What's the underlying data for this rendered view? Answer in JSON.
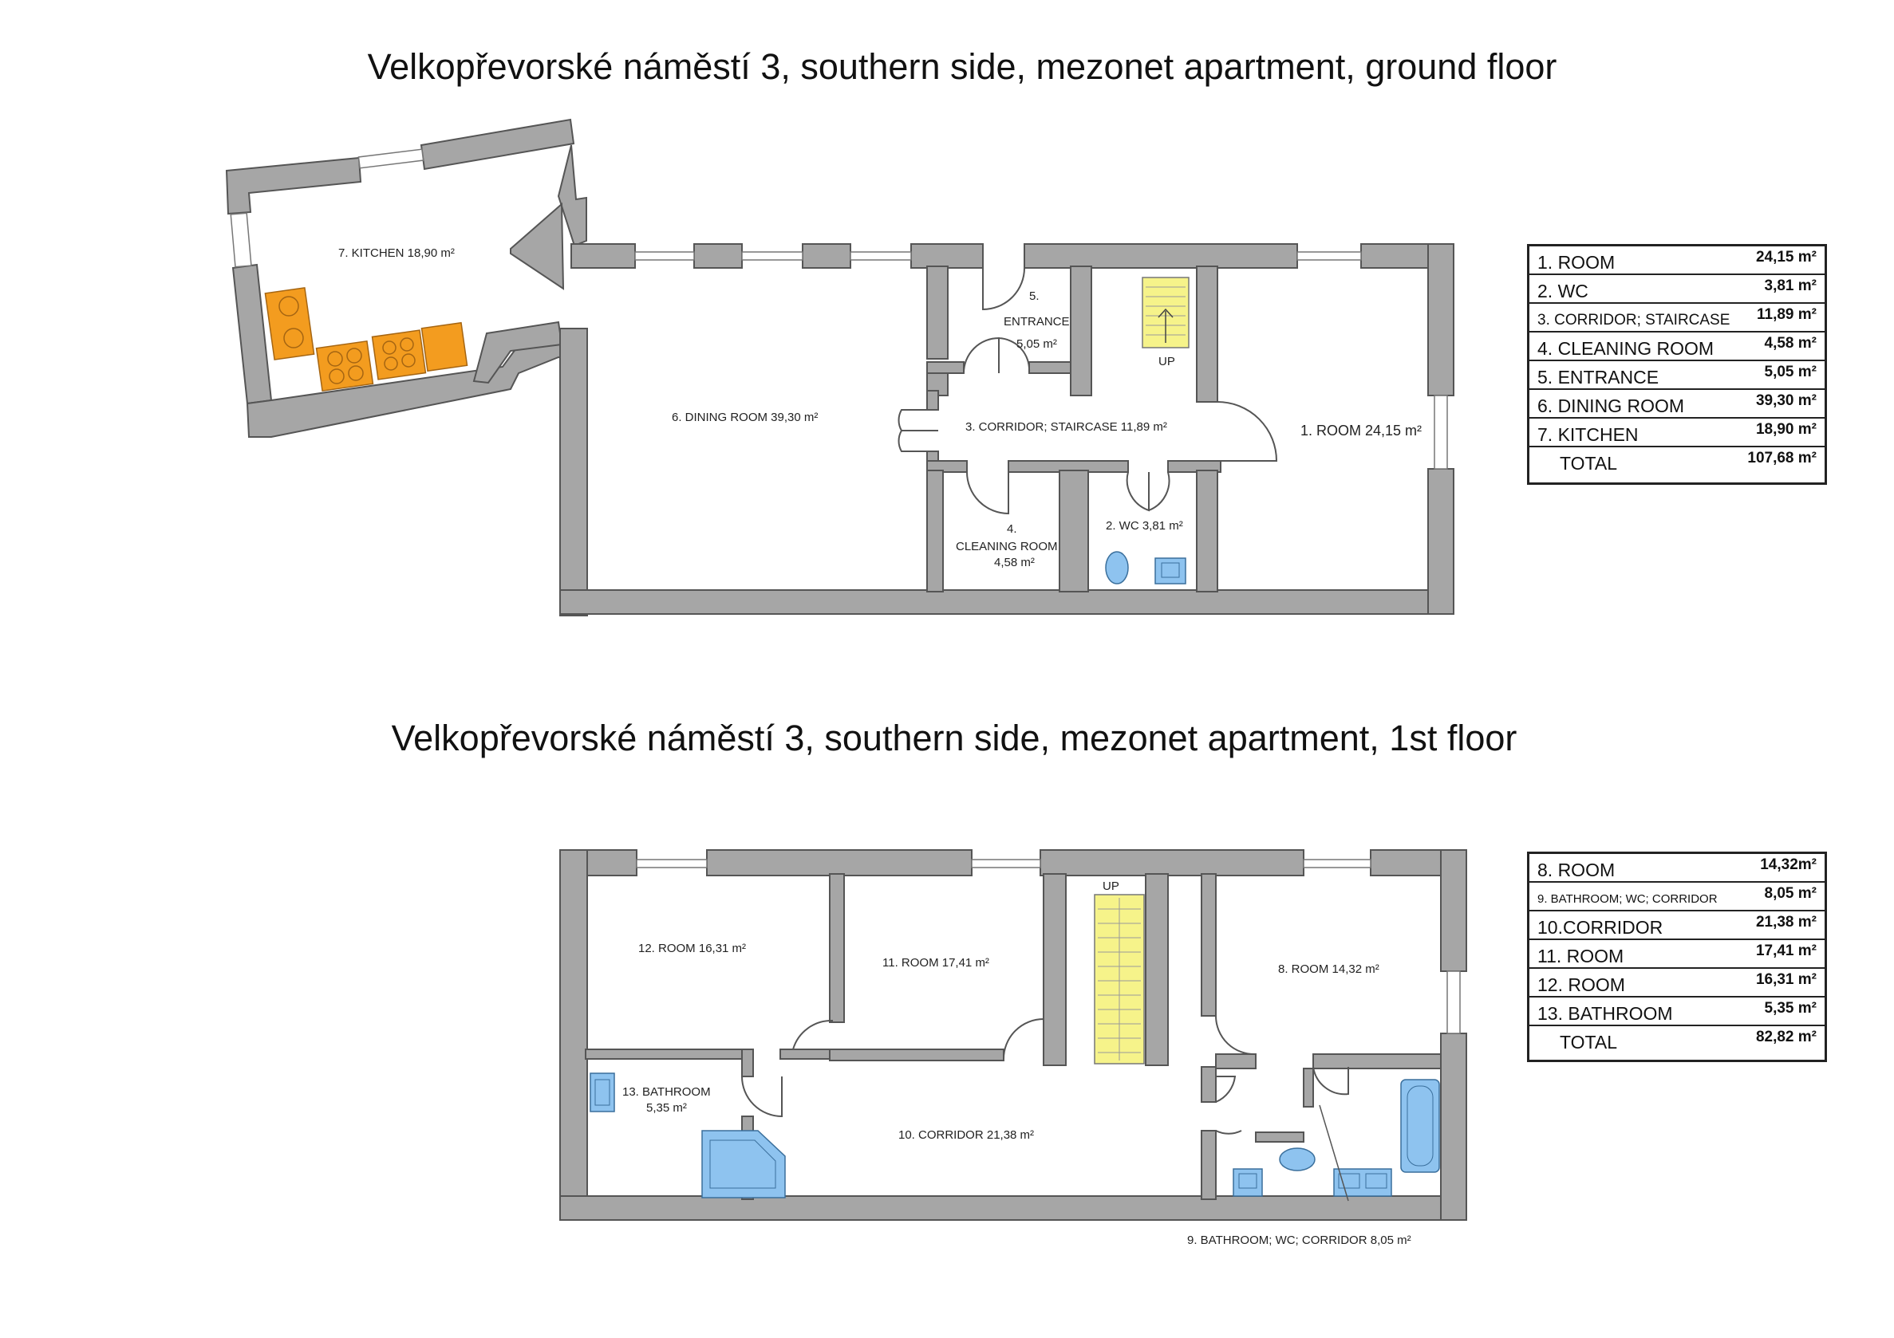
{
  "titles": {
    "ground": "Velkopřevorské náměstí 3, southern side, mezonet apartment, ground floor",
    "first": "Velkopřevorské náměstí 3, southern side, mezonet apartment, 1st floor"
  },
  "ground_plan": {
    "rooms": {
      "kitchen": "7. KITCHEN 18,90 m²",
      "dining": "6. DINING ROOM 39,30 m²",
      "entrance_a": "5.",
      "entrance_b": "ENTRANCE",
      "entrance_c": "5,05 m²",
      "corridor": "3. CORRIDOR; STAIRCASE 11,89 m²",
      "room1": "1. ROOM 24,15 m²",
      "cleaning_a": "4.",
      "cleaning_b": "CLEANING ROOM",
      "cleaning_c": "4,58 m²",
      "wc": "2. WC 3,81 m²",
      "stairs_up": "UP"
    }
  },
  "first_plan": {
    "rooms": {
      "room12": "12. ROOM 16,31 m²",
      "room11": "11. ROOM 17,41 m²",
      "room8": "8. ROOM 14,32 m²",
      "bath13_a": "13. BATHROOM",
      "bath13_b": "5,35 m²",
      "corridor10": "10. CORRIDOR 21,38 m²",
      "bath9": "9. BATHROOM; WC; CORRIDOR 8,05 m²",
      "stairs_up": "UP"
    }
  },
  "ground_table": {
    "rows": [
      {
        "name": "1. ROOM",
        "area": "24,15 m²"
      },
      {
        "name": "2. WC",
        "area": "3,81 m²"
      },
      {
        "name": "3. CORRIDOR; STAIRCASE",
        "area": "11,89 m²"
      },
      {
        "name": "4. CLEANING ROOM",
        "area": "4,58 m²"
      },
      {
        "name": "5. ENTRANCE",
        "area": "5,05 m²"
      },
      {
        "name": "6. DINING ROOM",
        "area": "39,30 m²"
      },
      {
        "name": "7. KITCHEN",
        "area": "18,90 m²"
      }
    ],
    "total_label": "TOTAL",
    "total_area": "107,68 m²"
  },
  "first_table": {
    "rows": [
      {
        "name": "8. ROOM",
        "area": "14,32m²"
      },
      {
        "name": "9. BATHROOM; WC; CORRIDOR",
        "area": "8,05 m²"
      },
      {
        "name": "10.CORRIDOR",
        "area": "21,38 m²"
      },
      {
        "name": "11. ROOM",
        "area": "17,41 m²"
      },
      {
        "name": "12. ROOM",
        "area": "16,31 m²"
      },
      {
        "name": "13. BATHROOM",
        "area": "5,35 m²"
      }
    ],
    "total_label": "TOTAL",
    "total_area": "82,82 m²"
  },
  "colors": {
    "wall": "#a6a6a6",
    "kitchen_unit": "#f39c1f",
    "stairs": "#f6f38a",
    "sanitary": "#8ec3ef"
  }
}
